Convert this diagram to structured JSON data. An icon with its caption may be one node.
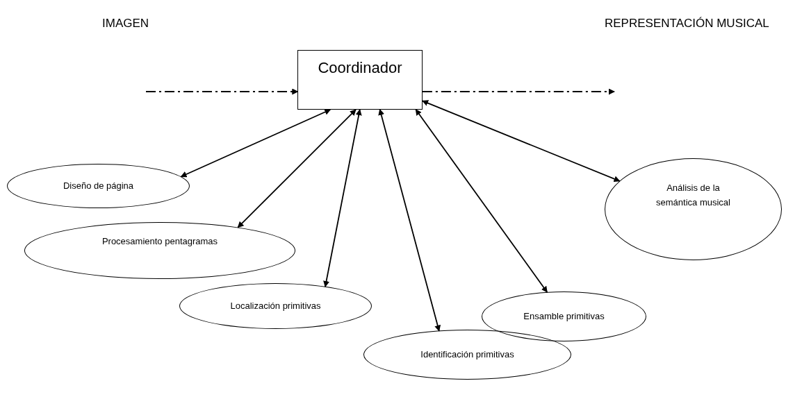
{
  "diagram": {
    "nodes": [
      {
        "text": [
          "Coordinador"
        ]
      },
      {
        "text": [
          "Diseño de página"
        ]
      },
      {
        "text": [
          "Procesamiento pentagramas"
        ]
      },
      {
        "text": [
          "Localización primitivas"
        ]
      },
      {
        "text": [
          "Identificación primitivas"
        ]
      },
      {
        "text": [
          "Ensamble primitivas"
        ]
      },
      {
        "text": [
          "Análisis de la semántica musical"
        ]
      }
    ],
    "edges": [
      {
        "from": null,
        "to": 0,
        "arrow": "to",
        "style": "dashed"
      },
      {
        "from": 0,
        "to": null,
        "arrow": "to",
        "style": "dashed"
      },
      {
        "from": 0,
        "to": 1,
        "arrow": "both"
      },
      {
        "from": 0,
        "to": 2,
        "arrow": "both"
      },
      {
        "from": 0,
        "to": 3,
        "arrow": "both"
      },
      {
        "from": 0,
        "to": 4,
        "arrow": "both"
      },
      {
        "from": 0,
        "to": 5,
        "arrow": "both"
      },
      {
        "from": 0,
        "to": 6,
        "arrow": "both"
      }
    ],
    "labels": [
      "IMAGEN",
      "REPRESENTACIÓN MUSICAL"
    ]
  }
}
